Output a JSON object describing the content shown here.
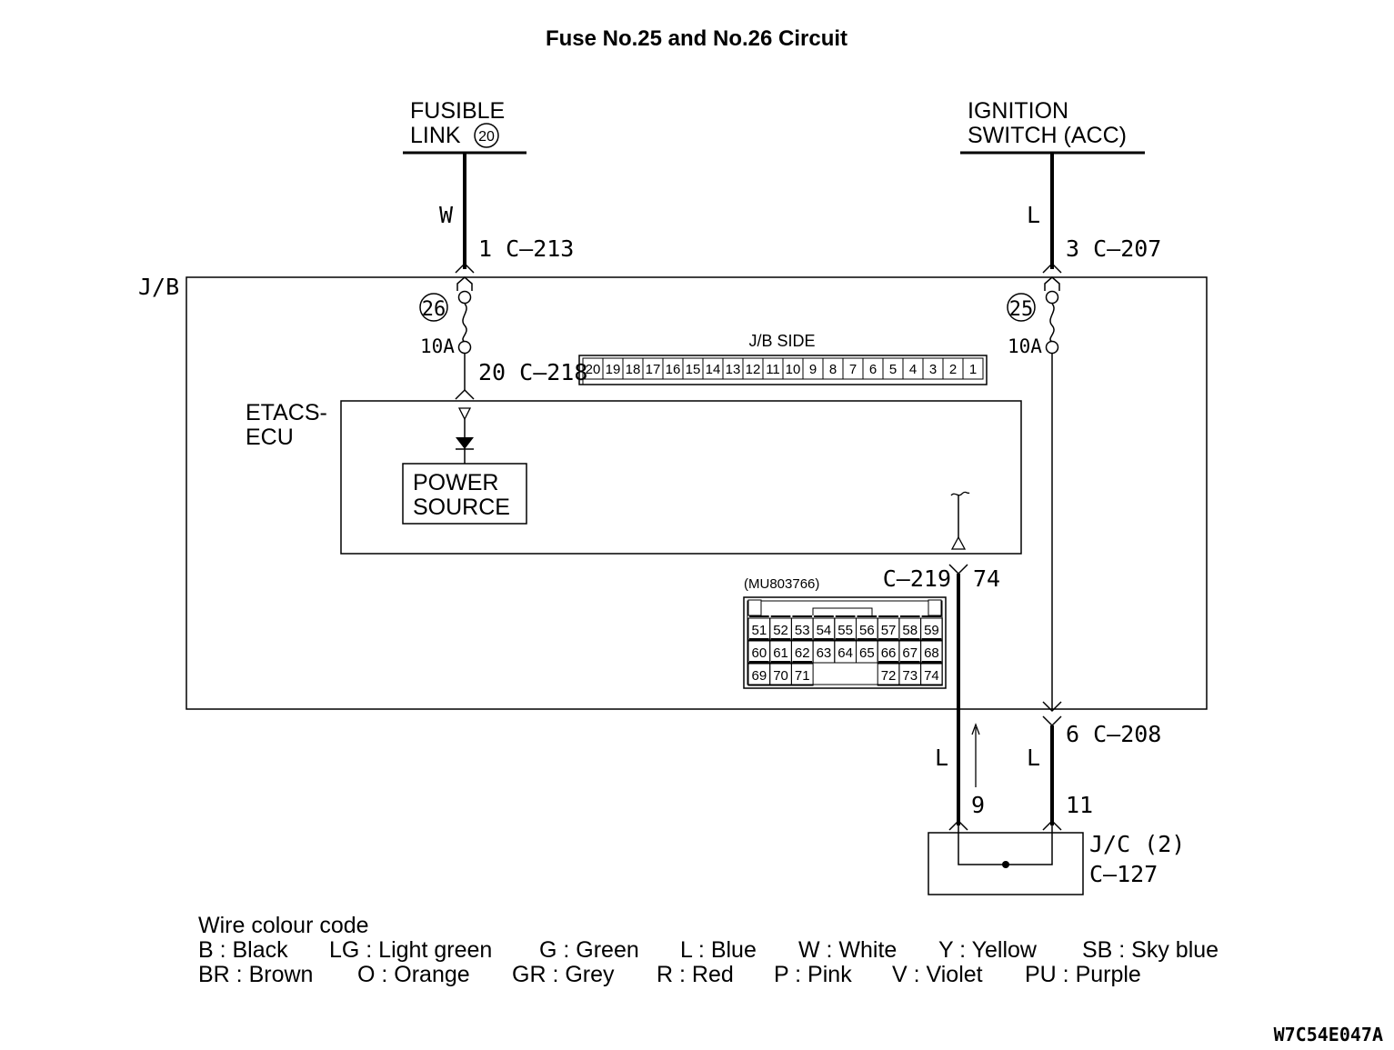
{
  "title": "Fuse No.25 and No.26 Circuit",
  "sources": {
    "fusible_link": {
      "line1": "FUSIBLE",
      "line2": "LINK",
      "number": "20"
    },
    "ignition_switch": {
      "line1": "IGNITION",
      "line2": "SWITCH (ACC)"
    }
  },
  "wires": {
    "left_top_color": "W",
    "right_top_color": "L",
    "bottom_left_color": "L",
    "bottom_right_color": "L"
  },
  "connectors": {
    "c213": "1  C–213",
    "c207": "3  C–207",
    "c218": "20  C–218",
    "c219_label": "C–219",
    "c219_pin": "74",
    "c208": "6  C–208",
    "jc_pin_left": "9",
    "jc_pin_right": "11"
  },
  "junction_block": {
    "label": "J/B"
  },
  "fuses": [
    {
      "number": "26",
      "rating": "10A"
    },
    {
      "number": "25",
      "rating": "10A"
    }
  ],
  "jb_side_connector": {
    "label": "J/B SIDE",
    "pins": [
      "20",
      "19",
      "18",
      "17",
      "16",
      "15",
      "14",
      "13",
      "12",
      "11",
      "10",
      "9",
      "8",
      "7",
      "6",
      "5",
      "4",
      "3",
      "2",
      "1"
    ]
  },
  "ecu": {
    "line1": "ETACS-",
    "line2": "ECU",
    "power_source_line1": "POWER",
    "power_source_line2": "SOURCE"
  },
  "c219_connector": {
    "part_number": "(MU803766)",
    "row1": [
      "51",
      "52",
      "53",
      "54",
      "55",
      "56",
      "57",
      "58",
      "59"
    ],
    "row2": [
      "60",
      "61",
      "62",
      "63",
      "64",
      "65",
      "66",
      "67",
      "68"
    ],
    "row3_left": [
      "69",
      "70",
      "71"
    ],
    "row3_right": [
      "72",
      "73",
      "74"
    ]
  },
  "joint_connector": {
    "line1": "J/C (2)",
    "line2": "C–127"
  },
  "legend": {
    "heading": "Wire colour code",
    "row1": [
      "B : Black",
      "LG : Light green",
      "G : Green",
      "L : Blue",
      "W : White",
      "Y : Yellow",
      "SB : Sky blue"
    ],
    "row2": [
      "BR : Brown",
      "O : Orange",
      "GR : Grey",
      "R : Red",
      "P : Pink",
      "V : Violet",
      "PU : Purple"
    ]
  },
  "figure_code": "W7C54E047A"
}
